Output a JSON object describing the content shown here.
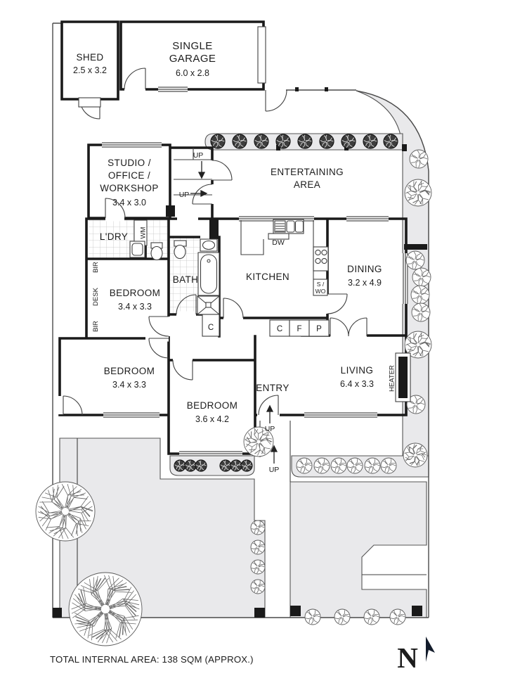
{
  "plan": {
    "rooms": {
      "shed": {
        "name": "SHED",
        "dims": "2.5 x 3.2"
      },
      "garage": {
        "line1": "SINGLE",
        "line2": "GARAGE",
        "dims": "6.0 x 2.8"
      },
      "studio": {
        "line1": "STUDIO /",
        "line2": "OFFICE /",
        "line3": "WORKSHOP",
        "dims": "3.4 x 3.0"
      },
      "entertaining": {
        "line1": "ENTERTAINING",
        "line2": "AREA"
      },
      "laundry": {
        "name": "L'DRY"
      },
      "kitchen": {
        "name": "KITCHEN"
      },
      "dining": {
        "name": "DINING",
        "dims": "3.2 x 4.9"
      },
      "bath": {
        "name": "BATH"
      },
      "bedroom_mid": {
        "name": "BEDROOM",
        "dims": "3.4 x 3.3"
      },
      "bedroom_sw": {
        "name": "BEDROOM",
        "dims": "3.4 x 3.3"
      },
      "bedroom_s": {
        "name": "BEDROOM",
        "dims": "3.6 x 4.2"
      },
      "entry": {
        "name": "ENTRY"
      },
      "living": {
        "name": "LIVING",
        "dims": "6.4 x 3.3"
      }
    },
    "fixtures": {
      "washing_machine": "WM",
      "dishwasher": "DW",
      "stove_line1": "S /",
      "stove_line2": "WO",
      "cupboard": "C",
      "fridge": "F",
      "pantry": "P",
      "linen": "C",
      "robe_top": "BIR",
      "desk": "DESK",
      "robe_bottom": "BIR",
      "heater": "HEATER"
    },
    "stairs": {
      "up_top": "UP",
      "up_mid": "UP",
      "up_entry": "UP",
      "up_path": "UP"
    }
  },
  "footer": {
    "total_area": "TOTAL INTERNAL AREA: 138 SQM (APPROX.)"
  },
  "compass": {
    "label": "N"
  },
  "colors": {
    "wall": "#1a1a1a",
    "paving": "#e9e9eb",
    "tile_line": "#c4c4c4",
    "compass": "#131c2b"
  }
}
